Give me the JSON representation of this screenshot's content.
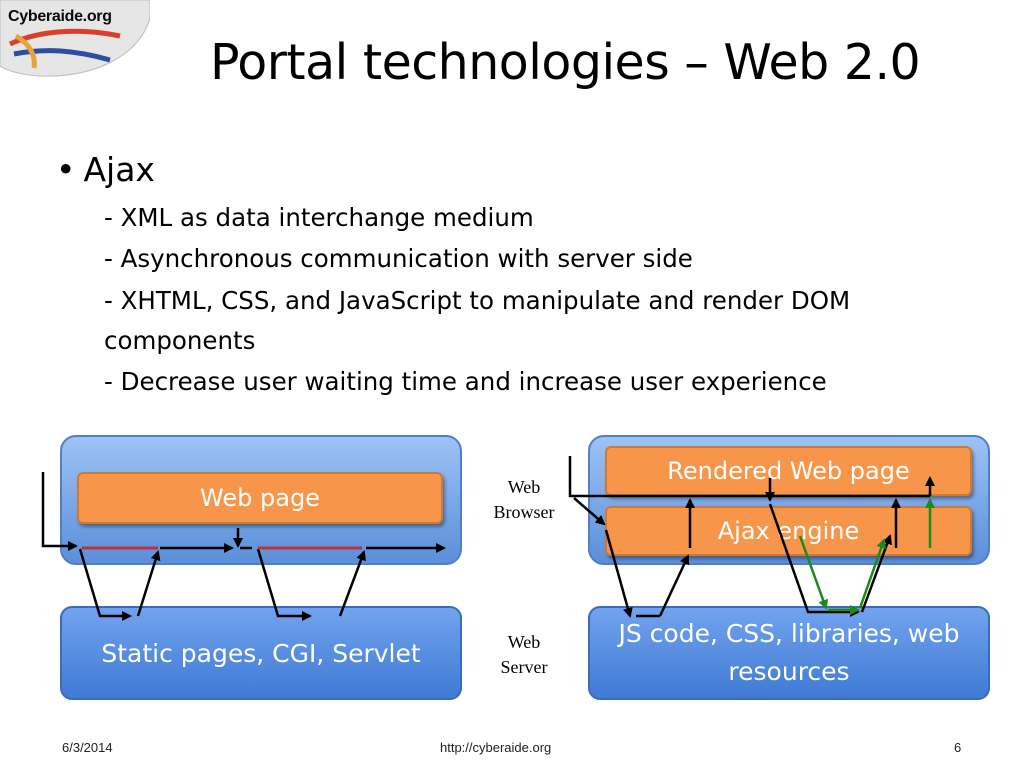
{
  "logo": {
    "text": "Cyberaide.org"
  },
  "title": "Portal technologies – Web 2.0",
  "bullet": {
    "heading": "Ajax",
    "items": [
      "- XML as data interchange medium",
      "- Asynchronous communication with server side",
      "- XHTML, CSS, and JavaScript to manipulate and render DOM",
      "components",
      "- Decrease user waiting time and increase user experience"
    ]
  },
  "diagram": {
    "left_top_box": "Web page",
    "left_bottom_box": "Static pages, CGI, Servlet",
    "web_browser_label": [
      "Web",
      "Browser"
    ],
    "web_server_label": [
      "Web",
      "Server"
    ],
    "right_rendered_box": "Rendered Web page",
    "right_ajax_box": "Ajax engine",
    "right_bottom_box": [
      "JS code, CSS, libraries, web",
      "resources"
    ],
    "colors": {
      "request_arrow": "#000000",
      "response_arrow": "#1a8a1a",
      "wait_line": "#c0303a"
    }
  },
  "footer": {
    "date": "6/3/2014",
    "url": "http://cyberaide.org",
    "page": "6"
  }
}
